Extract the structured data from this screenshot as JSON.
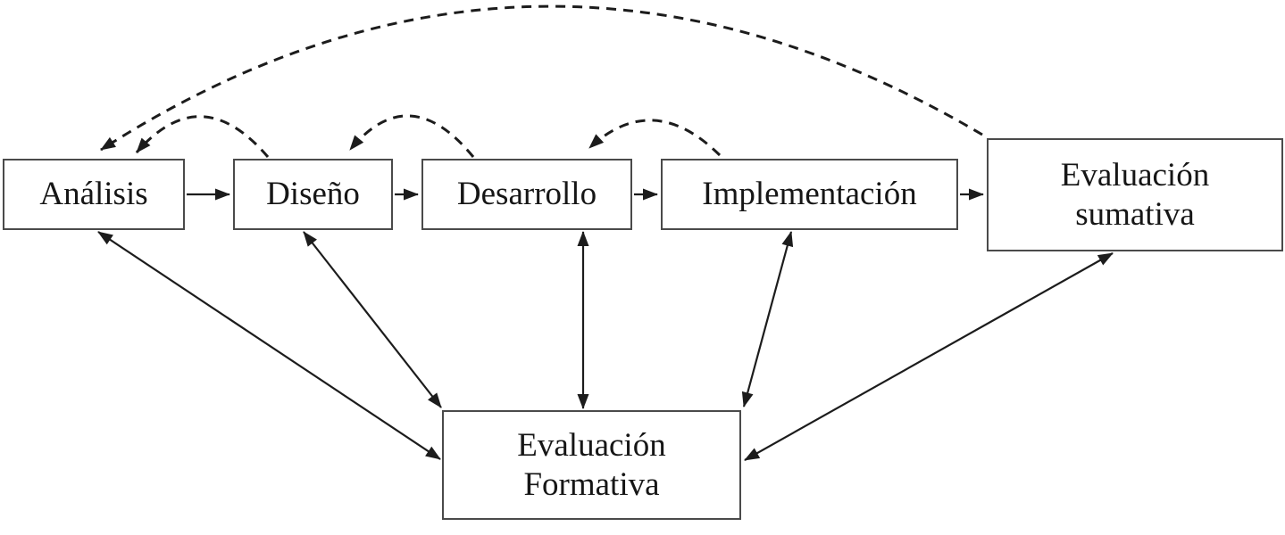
{
  "diagram": {
    "description": "Flujo de fases con evaluación formativa y sumativa",
    "colors": {
      "background": "#ffffff",
      "line": "#1c1c1c",
      "box_border": "#4a4a4a",
      "box_fill": "#ffffff",
      "text": "#161616"
    },
    "nodes": [
      {
        "id": "analisis",
        "label": "Análisis",
        "lines": [
          "Análisis"
        ]
      },
      {
        "id": "diseno",
        "label": "Diseño",
        "lines": [
          "Diseño"
        ]
      },
      {
        "id": "desarrollo",
        "label": "Desarrollo",
        "lines": [
          "Desarrollo"
        ]
      },
      {
        "id": "implementacion",
        "label": "Implementación",
        "lines": [
          "Implementación"
        ]
      },
      {
        "id": "evaluacion-sumativa",
        "label": "Evaluación sumativa",
        "lines": [
          "Evaluación",
          "sumativa"
        ]
      },
      {
        "id": "evaluacion-formativa",
        "label": "Evaluación Formativa",
        "lines": [
          "Evaluación",
          "Formativa"
        ]
      }
    ],
    "edges": [
      {
        "from": "analisis",
        "to": "diseno",
        "style": "solid",
        "heads": "end"
      },
      {
        "from": "diseno",
        "to": "desarrollo",
        "style": "solid",
        "heads": "end"
      },
      {
        "from": "desarrollo",
        "to": "implementacion",
        "style": "solid",
        "heads": "end"
      },
      {
        "from": "implementacion",
        "to": "evaluacion-sumativa",
        "style": "solid",
        "heads": "end"
      },
      {
        "from": "analisis",
        "to": "evaluacion-formativa",
        "style": "solid",
        "heads": "both"
      },
      {
        "from": "diseno",
        "to": "evaluacion-formativa",
        "style": "solid",
        "heads": "both"
      },
      {
        "from": "desarrollo",
        "to": "evaluacion-formativa",
        "style": "solid",
        "heads": "both"
      },
      {
        "from": "implementacion",
        "to": "evaluacion-formativa",
        "style": "solid",
        "heads": "both"
      },
      {
        "from": "evaluacion-sumativa",
        "to": "evaluacion-formativa",
        "style": "solid",
        "heads": "both"
      },
      {
        "from": "diseno",
        "to": "analisis",
        "style": "dashed",
        "heads": "end"
      },
      {
        "from": "desarrollo",
        "to": "diseno",
        "style": "dashed",
        "heads": "end"
      },
      {
        "from": "implementacion",
        "to": "desarrollo",
        "style": "dashed",
        "heads": "end"
      },
      {
        "from": "evaluacion-sumativa",
        "to": "analisis",
        "style": "dashed",
        "heads": "end"
      }
    ]
  }
}
